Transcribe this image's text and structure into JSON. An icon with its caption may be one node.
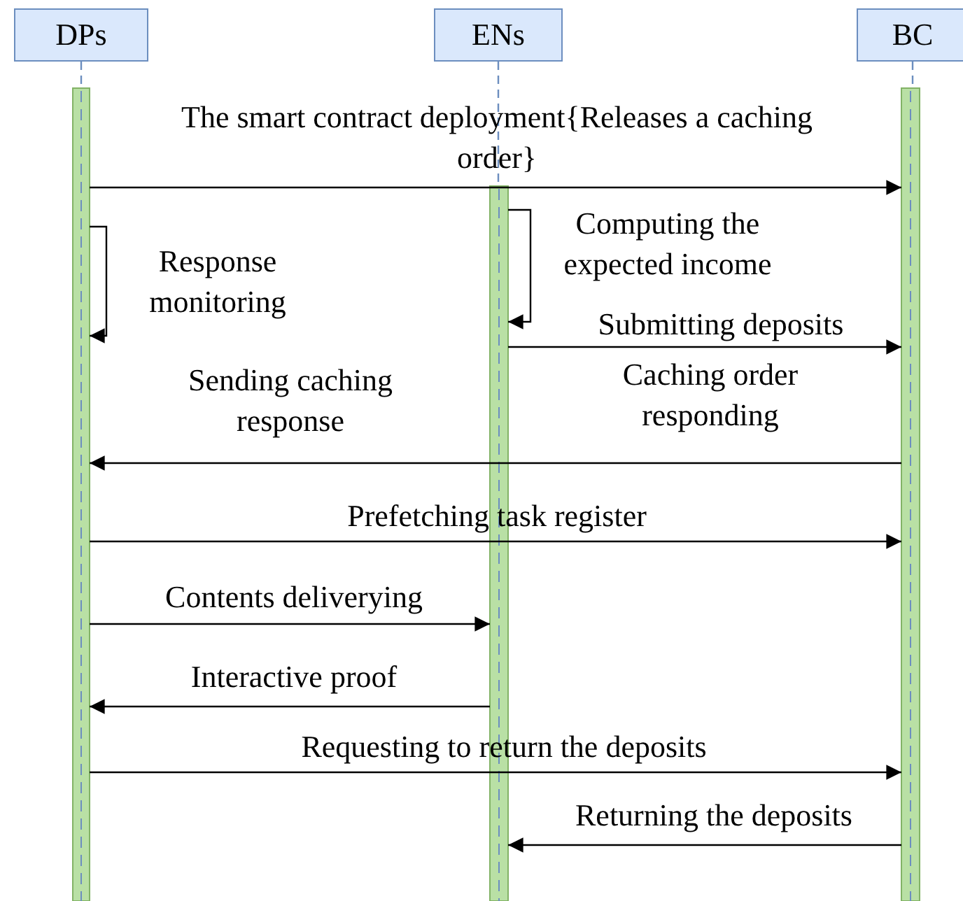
{
  "diagram": {
    "nodes": [
      {
        "text": [
          "DPs"
        ]
      },
      {
        "text": [
          "ENs"
        ]
      },
      {
        "text": [
          "BC"
        ]
      },
      {
        "text": [],
        "shape": "bar"
      },
      {
        "text": [],
        "shape": "bar"
      },
      {
        "text": [],
        "shape": "bar"
      }
    ],
    "edges": [
      {
        "from": 3,
        "to": 5,
        "arrow": "to",
        "label": "The smart contract deployment{Releases a caching order}"
      },
      {
        "from": 4,
        "to": 4,
        "arrow": "to",
        "label": "Computing the expected income"
      },
      {
        "from": 3,
        "to": 3,
        "arrow": "to",
        "label": "Response monitoring"
      },
      {
        "from": 4,
        "to": 5,
        "arrow": "to",
        "label": "Submitting deposits"
      },
      {
        "from": 5,
        "to": 3,
        "arrow": "to",
        "label": "Caching order responding"
      },
      {
        "from": 3,
        "to": 5,
        "arrow": "to",
        "label": "Prefetching task register"
      },
      {
        "from": 3,
        "to": 4,
        "arrow": "to",
        "label": "Contents deliverying"
      },
      {
        "from": 4,
        "to": 3,
        "arrow": "to",
        "label": "Interactive proof"
      },
      {
        "from": 3,
        "to": 5,
        "arrow": "to",
        "label": "Requesting to return the deposits"
      },
      {
        "from": 5,
        "to": 4,
        "arrow": "to",
        "label": "Returning the deposits"
      },
      {
        "from": 0,
        "to": 3,
        "arrow": "none",
        "style": "dashed",
        "color": "#6c8ebf"
      },
      {
        "from": 1,
        "to": 4,
        "arrow": "none",
        "style": "dashed",
        "color": "#6c8ebf"
      },
      {
        "from": 2,
        "to": 5,
        "arrow": "none",
        "style": "dashed",
        "color": "#6c8ebf"
      }
    ],
    "labels": [
      "Sending caching response"
    ]
  }
}
